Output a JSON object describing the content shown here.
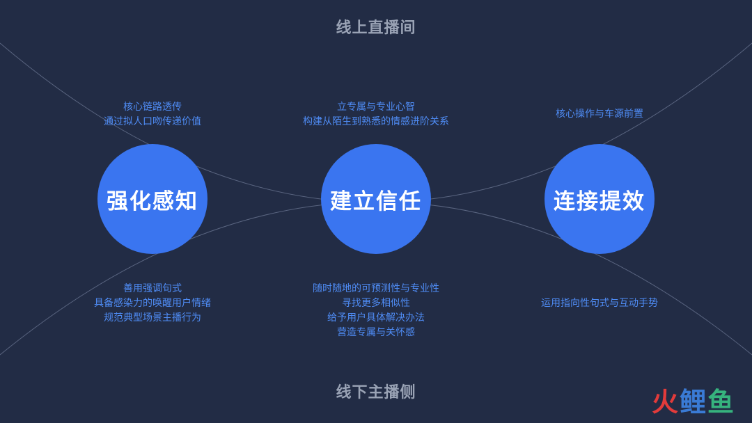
{
  "headings": {
    "top": "线上直播间",
    "bottom": "线下主播侧"
  },
  "circles": [
    {
      "label": "强化感知"
    },
    {
      "label": "建立信任"
    },
    {
      "label": "连接提效"
    }
  ],
  "top_notes": [
    [
      "核心链路透传",
      "通过拟人口吻传递价值"
    ],
    [
      "立专属与专业心智",
      "构建从陌生到熟悉的情感进阶关系"
    ],
    [
      "核心操作与车源前置"
    ]
  ],
  "bottom_notes": [
    [
      "善用强调句式",
      "具备感染力的唤醒用户情绪",
      "规范典型场景主播行为"
    ],
    [
      "随时随地的可预测性与专业性",
      "寻找更多相似性",
      "给予用户具体解决办法",
      "营造专属与关怀感"
    ],
    [
      "运用指向性句式与互动手势"
    ]
  ],
  "logo": {
    "chars": [
      "火",
      "鲤",
      "鱼"
    ],
    "colors": [
      "#e23b3b",
      "#3a7bd5",
      "#36b37e"
    ]
  },
  "colors": {
    "background": "#222c45",
    "circle": "#3a75f0",
    "note_text": "#4f8cf5",
    "heading_text": "#9aa3b5",
    "curve": "#5a6580"
  }
}
